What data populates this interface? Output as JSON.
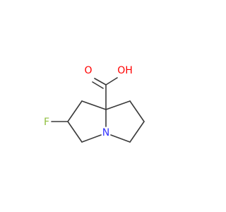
{
  "molecule": {
    "atoms": {
      "oxygen_carbonyl": {
        "label": "O",
        "color": "#ff0000"
      },
      "hydroxyl": {
        "label": "OH",
        "color": "#ff0000"
      },
      "fluorine": {
        "label": "F",
        "color": "#8fbf3f"
      },
      "nitrogen": {
        "label": "N",
        "color": "#3333ff"
      }
    },
    "bond_color": "#3a3a3a"
  }
}
